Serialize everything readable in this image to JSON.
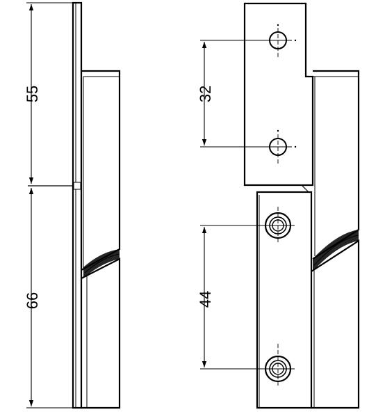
{
  "drawing": {
    "dimensions": {
      "upper_leaf_height": "55",
      "lower_leaf_height": "66",
      "upper_hole_spacing": "32",
      "lower_hole_spacing": "44"
    }
  }
}
